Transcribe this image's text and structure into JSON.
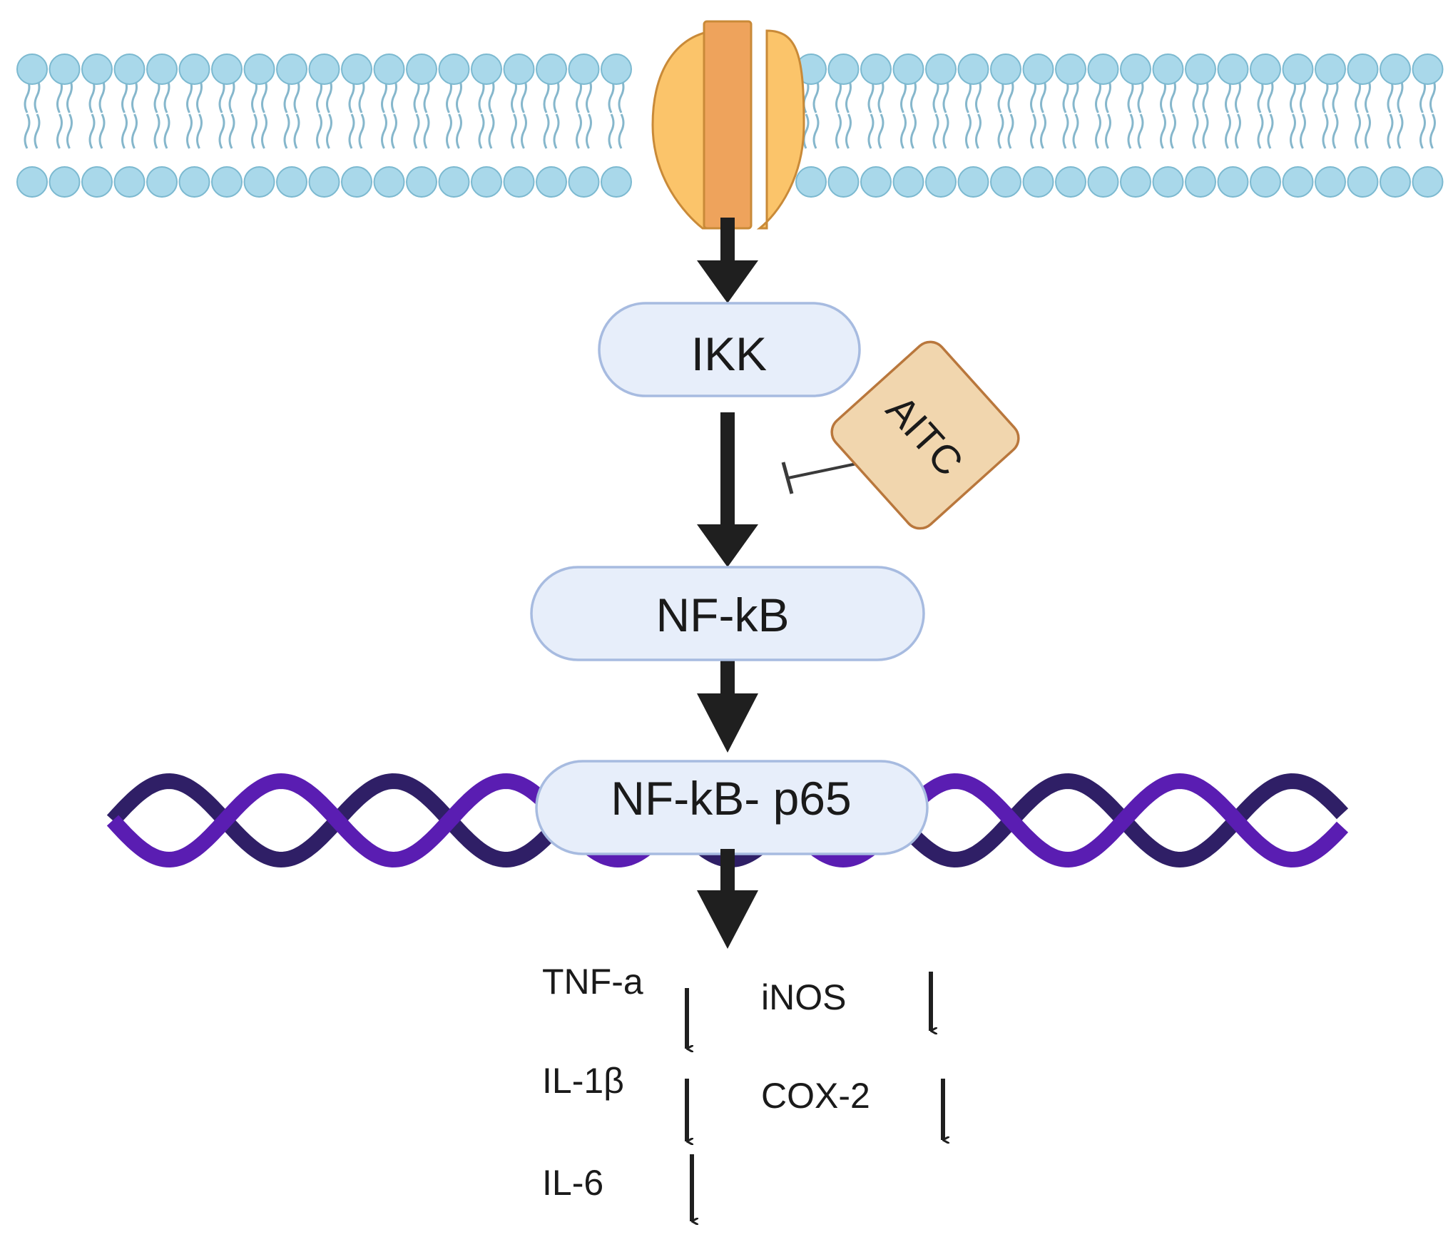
{
  "colors": {
    "membrane_head": "#a9d8ea",
    "membrane_head_stroke": "#7cb9d0",
    "membrane_tail": "#86b7cc",
    "channel_light": "#fbc46a",
    "channel_dark": "#eea35c",
    "channel_stroke": "#c98a38",
    "node_fill": "#e7eefa",
    "node_stroke": "#a7bbe0",
    "aitc_fill": "#f1d6ae",
    "aitc_stroke": "#b9773c",
    "dna_light": "#5a1db2",
    "dna_dark": "#2f1f66",
    "arrow": "#1f1f1f"
  },
  "nodes": {
    "ikk": "IKK",
    "nfkb": "NF-kB",
    "nfkb_p65": "NF-kB- p65"
  },
  "inhibitor": "AITC",
  "outputs": {
    "tnf": "TNF-a",
    "il1b": "IL-1β",
    "il6": "IL-6",
    "inos": "iNOS",
    "cox2": "COX-2"
  }
}
